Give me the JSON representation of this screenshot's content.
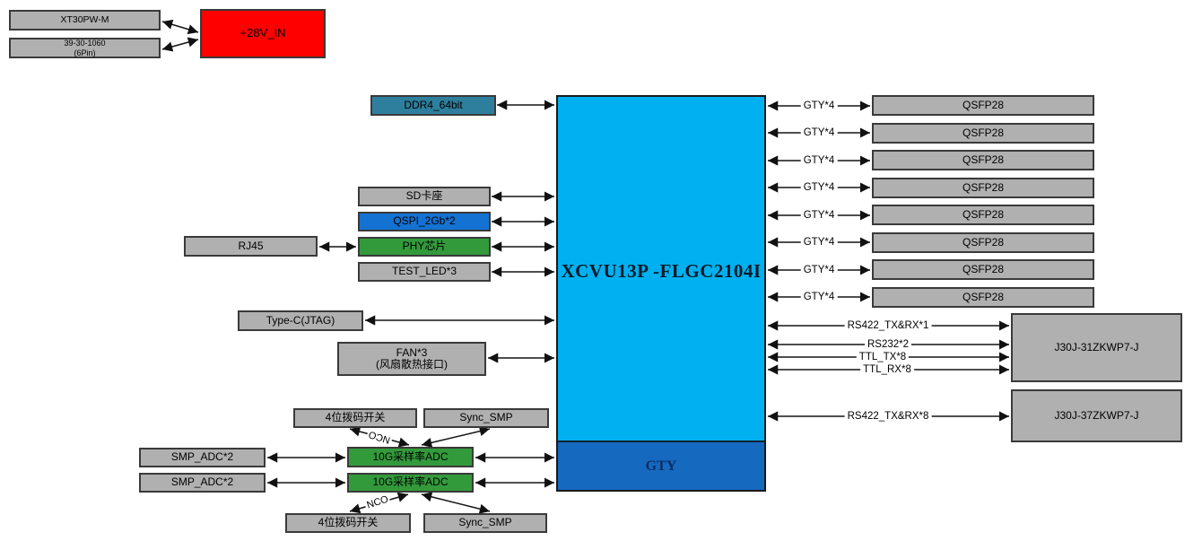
{
  "power": {
    "xt30pw": "XT30PW-M",
    "connector": {
      "line1": "39-30-1060",
      "line2": "(6Pin)"
    },
    "v28_in": "+28V_IN"
  },
  "fpga": {
    "title": "XCVU13P -FLGC2104I",
    "gty_label": "GTY"
  },
  "left_io": {
    "ddr4": "DDR4_64bit",
    "sd_card": "SD卡座",
    "qspi": "QSPI_2Gb*2",
    "phy": "PHY芯片",
    "test_led": "TEST_LED*3",
    "rj45": "RJ45",
    "type_c": "Type-C(JTAG)",
    "fan": {
      "line1": "FAN*3",
      "line2": "(风扇散热接口)"
    }
  },
  "adc_cluster": {
    "dip_switch_top": "4位拨码开关",
    "sync_smp_top": "Sync_SMP",
    "smp_adc_1": "SMP_ADC*2",
    "smp_adc_2": "SMP_ADC*2",
    "adc_1": "10G采样率ADC",
    "adc_2": "10G采样率ADC",
    "dip_switch_bottom": "4位拨码开关",
    "sync_smp_bottom": "Sync_SMP",
    "nco_top": "NCO",
    "nco_bottom": "NCO"
  },
  "right_io": {
    "qsfp_links": [
      {
        "bus": "GTY*4",
        "box": "QSFP28"
      },
      {
        "bus": "GTY*4",
        "box": "QSFP28"
      },
      {
        "bus": "GTY*4",
        "box": "QSFP28"
      },
      {
        "bus": "GTY*4",
        "box": "QSFP28"
      },
      {
        "bus": "GTY*4",
        "box": "QSFP28"
      },
      {
        "bus": "GTY*4",
        "box": "QSFP28"
      },
      {
        "bus": "GTY*4",
        "box": "QSFP28"
      },
      {
        "bus": "GTY*4",
        "box": "QSFP28"
      }
    ],
    "serial": {
      "rs422_x1": "RS422_TX&RX*1",
      "rs232": "RS232*2",
      "ttl_tx": "TTL_TX*8",
      "ttl_rx": "TTL_RX*8",
      "rs422_x8": "RS422_TX&RX*8",
      "connector_31": "J30J-31ZKWP7-J",
      "connector_37": "J30J-37ZKWP7-J"
    }
  },
  "colors": {
    "fpga_cyan": "#00b0f0",
    "gty_blue": "#1569bf",
    "ddr4_teal": "#2e7f9d",
    "qspi_blue": "#1472d2",
    "adc_green": "#339a3c",
    "power_red": "#fe0000",
    "box_gray": "#b0b0b0",
    "border_dark": "#3a3a3a"
  }
}
